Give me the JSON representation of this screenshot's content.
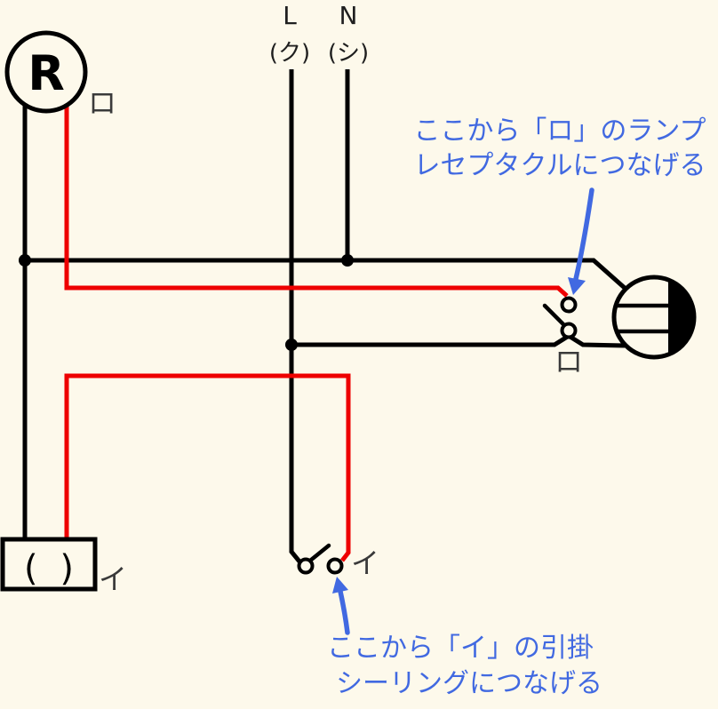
{
  "diagram": {
    "title_context": "wiring-diagram",
    "colors": {
      "background": "#FDF9EB",
      "neutral_and_live_wire": "#000000",
      "switched_wire_red": "#EE0000",
      "annotation_blue": "#4169E1",
      "circuit_label_gray": "#3A3A3A"
    },
    "source": {
      "live_label": "L",
      "live_sublabel": "(ク)",
      "neutral_label": "N",
      "neutral_sublabel": "(シ)"
    },
    "lamp_receptacle": {
      "symbol_letter": "R",
      "circuit_label": "ロ"
    },
    "switch_ro": {
      "circuit_label": "ロ"
    },
    "switch_i": {
      "circuit_label": "イ"
    },
    "ceiling_rose": {
      "symbol_text": "( )",
      "circuit_label": "イ"
    },
    "annotations": {
      "top": {
        "line1": "ここから「ロ」のランプ",
        "line2": "レセプタクルにつなげる"
      },
      "bottom": {
        "line1": "ここから「イ」の引掛",
        "line2": "シーリングにつなげる"
      }
    }
  }
}
